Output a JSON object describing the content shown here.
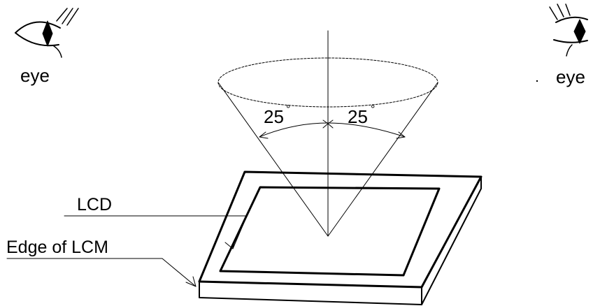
{
  "labels": {
    "eye_left": "eye",
    "eye_right": "eye",
    "lcd": "LCD",
    "lcm_edge": "Edge of LCM",
    "angle_left": "25",
    "angle_right": "25",
    "degree_symbol": "°"
  },
  "colors": {
    "line": "#000000",
    "background": "#ffffff"
  }
}
